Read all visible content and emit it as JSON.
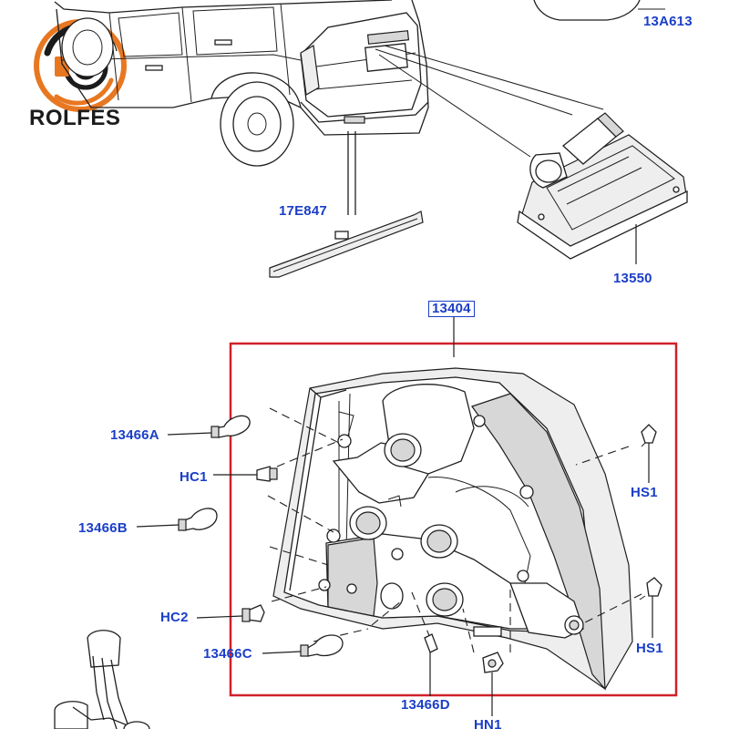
{
  "brand": {
    "name": "ROLFES",
    "color": "#e87722",
    "icon": "turbo-logo-icon"
  },
  "parts": {
    "p13a613": "13A613",
    "p17e847": "17E847",
    "p13550": "13550",
    "p13404": "13404",
    "p13466a": "13466A",
    "hc1": "HC1",
    "p13466b": "13466B",
    "hc2": "HC2",
    "p13466c": "13466C",
    "p13466d": "13466D",
    "hn1": "HN1",
    "hs1_top": "HS1",
    "hs1_bottom": "HS1"
  },
  "colors": {
    "label": "#1a3ec8",
    "frame": "#d0202a",
    "line": "#1f1f1f"
  }
}
